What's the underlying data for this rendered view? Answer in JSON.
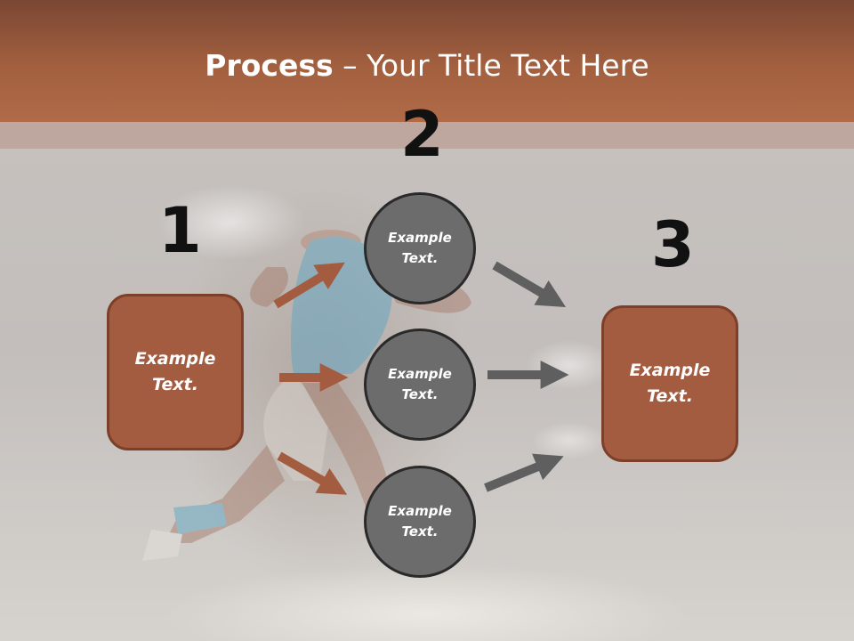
{
  "title": {
    "bold": "Process",
    "rest": " – Your Title Text Here"
  },
  "steps": [
    {
      "number": "1",
      "text": "Example\nText."
    },
    {
      "number": "2",
      "items": [
        "Example\nText.",
        "Example\nText.",
        "Example\nText."
      ]
    },
    {
      "number": "3",
      "text": "Example\nText."
    }
  ],
  "colors": {
    "header": "#a3603f",
    "box_fill": "#a45c40",
    "box_border": "#7c3f2a",
    "circle_fill": "#6c6c6c",
    "circle_border": "#2a2a2a",
    "arrow_left": "#a45c40",
    "arrow_right": "#5f5f5f"
  }
}
